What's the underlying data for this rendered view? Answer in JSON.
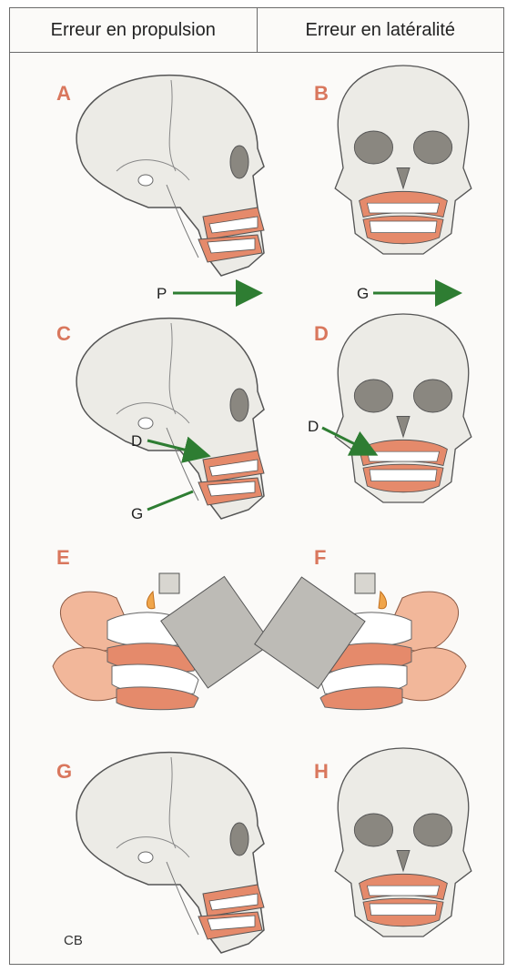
{
  "header": {
    "left": "Erreur en propulsion",
    "right": "Erreur en latéralité"
  },
  "panels": {
    "a": "A",
    "b": "B",
    "c": "C",
    "d": "D",
    "e": "E",
    "f": "F",
    "g": "G",
    "h": "H"
  },
  "arrows": {
    "p": "P",
    "g_b": "G",
    "d_c": "D",
    "g_c": "G",
    "d_d": "D"
  },
  "signature": "CB",
  "colors": {
    "panel_label": "#d9775d",
    "arrow": "#2e7d32",
    "gum": "#e58a6b",
    "bone": "#ecebe6",
    "outline": "#555555"
  }
}
